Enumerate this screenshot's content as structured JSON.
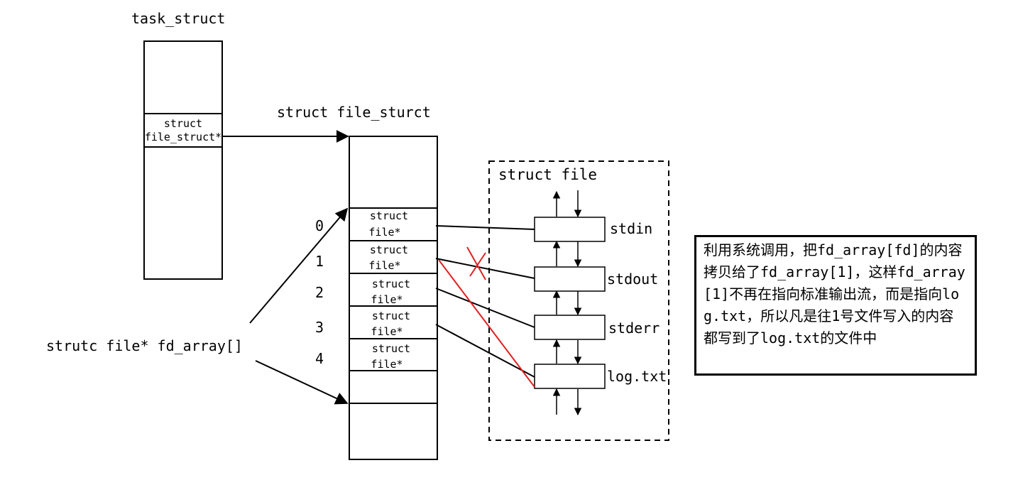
{
  "task_struct": {
    "title": "task_struct",
    "slot_line1": "struct",
    "slot_line2": "file_struct*"
  },
  "file_struct": {
    "title": "struct file_sturct",
    "slots": [
      {
        "index": "0",
        "line1": "struct",
        "line2": "file*"
      },
      {
        "index": "1",
        "line1": "struct",
        "line2": "file*"
      },
      {
        "index": "2",
        "line1": "struct",
        "line2": "file*"
      },
      {
        "index": "3",
        "line1": "struct",
        "line2": "file*"
      },
      {
        "index": "4",
        "line1": "struct",
        "line2": "file*"
      }
    ]
  },
  "fd_array_label": "strutc file* fd_array[]",
  "struct_file": {
    "title": "struct file",
    "files": [
      "stdin",
      "stdout",
      "stderr",
      "log.txt"
    ]
  },
  "note": "利用系统调用，把fd_array[fd]的内容拷贝给了fd_array[1]，这样fd_array[1]不再在指向标准输出流，而是指向log.txt，所以凡是往1号文件写入的内容都写到了log.txt的文件中",
  "colors": {
    "redirect": "#e02020",
    "line": "#000000"
  }
}
